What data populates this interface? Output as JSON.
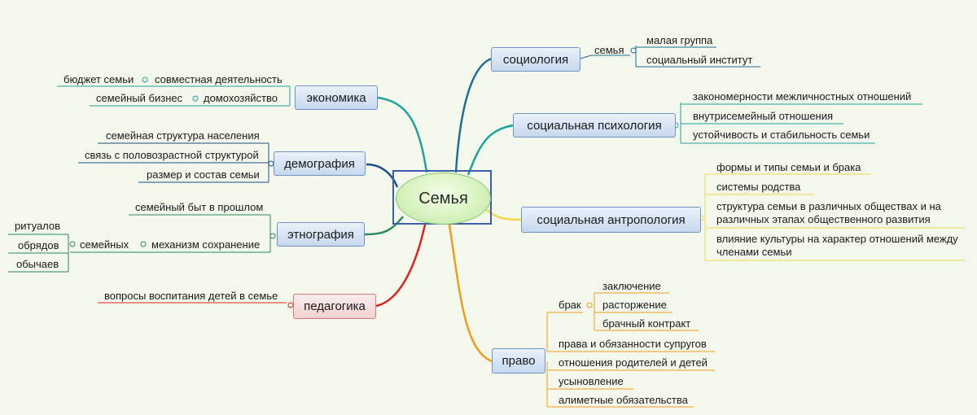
{
  "central": "Семья",
  "colors": {
    "background": "#f4f7ec",
    "sociology": "#1b6f96",
    "psychology": "#1aa39b",
    "anthropology": "#f0d94a",
    "law": "#f29b1d",
    "pedagogy": "#d7261e",
    "ethnography": "#2a8a5c",
    "demography": "#1f4f8b",
    "economics": "#21a39a"
  },
  "branches": {
    "sociology": {
      "title": "социология",
      "sub": "семья",
      "items": [
        "малая группа",
        "социальный институт"
      ]
    },
    "psychology": {
      "title": "социальная психология",
      "items": [
        "закономерности межличностных отношений",
        "внутрисемейный отношения",
        "устойчивость и стабильность семьи"
      ]
    },
    "anthropology": {
      "title": "социальная антропология",
      "items": [
        "формы и типы семьи и брака",
        "системы родства",
        "структура семьи в различных обществах и на различных этапах общественного развития",
        "влияние культуры на характер отношений между членами семьи"
      ]
    },
    "law": {
      "title": "право",
      "marriage": "брак",
      "marriage_items": [
        "заключение",
        "расторжение",
        "брачный контракт"
      ],
      "items": [
        "права и обязанности супругов",
        "отношения родителей и детей",
        "усыновление",
        "алиметные обязательства"
      ]
    },
    "economics": {
      "title": "экономика",
      "rows": [
        {
          "a": "бюджет семьи",
          "b": "совместная деятельность"
        },
        {
          "a": "семейный бизнес",
          "b": "домохозяйство"
        }
      ]
    },
    "demography": {
      "title": "демография",
      "items": [
        "семейная структура населения",
        "связь с половозрастной структурой",
        "размер и состав семьи"
      ]
    },
    "ethnography": {
      "title": "этнография",
      "items": [
        "семейный быт в прошлом",
        "механизм сохранение"
      ],
      "families": "семейных",
      "family_items": [
        "ритуалов",
        "обрядов",
        "обычаев"
      ]
    },
    "pedagogy": {
      "title": "педагогика",
      "items": [
        "вопросы воспитания детей в семье"
      ]
    }
  }
}
